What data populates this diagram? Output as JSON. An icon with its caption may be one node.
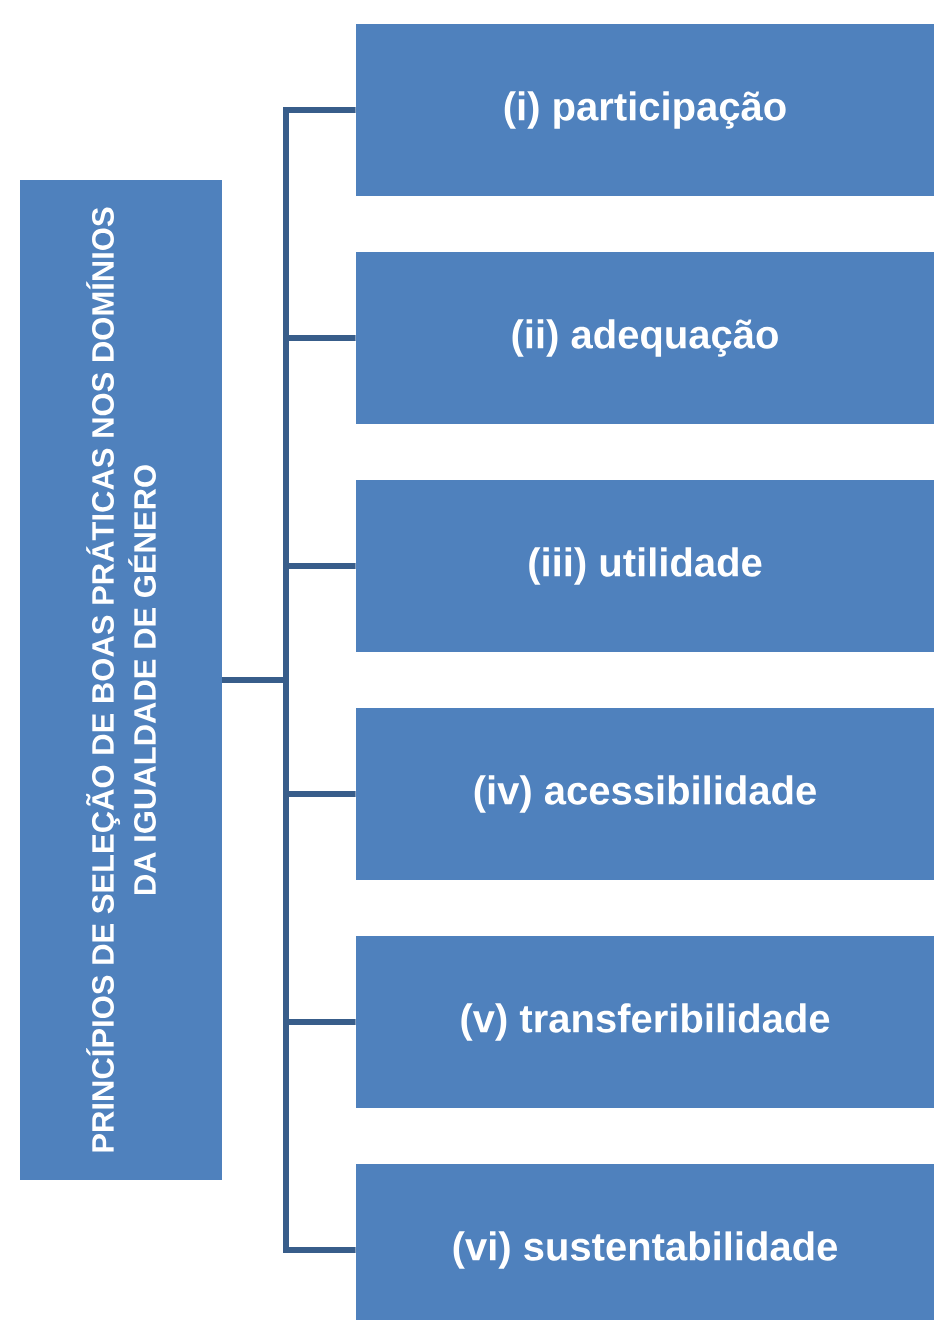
{
  "diagram": {
    "nodes": [
      {
        "text": [
          "PRINCÍPIOS DE SELEÇÃO DE BOAS PRÁTICAS NOS DOMÍNIOS DA IGUALDADE DE GÉNERO"
        ]
      },
      {
        "text": [
          "(i) participação"
        ]
      },
      {
        "text": [
          "(ii) adequação"
        ]
      },
      {
        "text": [
          "(iii) utilidade"
        ]
      },
      {
        "text": [
          "(iv) acessibilidade"
        ]
      },
      {
        "text": [
          "(v) transferibilidade"
        ]
      },
      {
        "text": [
          "(vi) sustentabilidade"
        ]
      }
    ],
    "edges": [
      {
        "from": 0,
        "to": 1,
        "arrow": "none"
      },
      {
        "from": 0,
        "to": 2,
        "arrow": "none"
      },
      {
        "from": 0,
        "to": 3,
        "arrow": "none"
      },
      {
        "from": 0,
        "to": 4,
        "arrow": "none"
      },
      {
        "from": 0,
        "to": 5,
        "arrow": "none"
      },
      {
        "from": 0,
        "to": 6,
        "arrow": "none"
      }
    ]
  }
}
